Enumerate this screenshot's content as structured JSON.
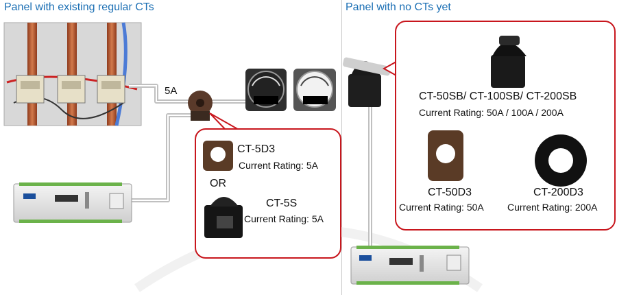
{
  "left_panel": {
    "title": "Panel with existing regular CTs",
    "wire_label": "5A",
    "callout": {
      "ct_5d3": {
        "name": "CT-5D3",
        "rating": "Current Rating: 5A"
      },
      "or_label": "OR",
      "ct_5s": {
        "name": "CT-5S",
        "rating": "Current Rating: 5A"
      }
    }
  },
  "right_panel": {
    "title": "Panel with no CTs yet",
    "callout": {
      "ct_sb": {
        "name": "CT-50SB/ CT-100SB/ CT-200SB",
        "rating": "Current Rating: 50A / 100A / 200A"
      },
      "ct_50d3": {
        "name": "CT-50D3",
        "rating": "Current Rating: 50A"
      },
      "ct_200d3": {
        "name": "CT-200D3",
        "rating": "Current Rating: 200A"
      }
    }
  },
  "colors": {
    "title": "#1b6fb4",
    "callout_border": "#c8161d",
    "busbar": "#b5552e"
  }
}
